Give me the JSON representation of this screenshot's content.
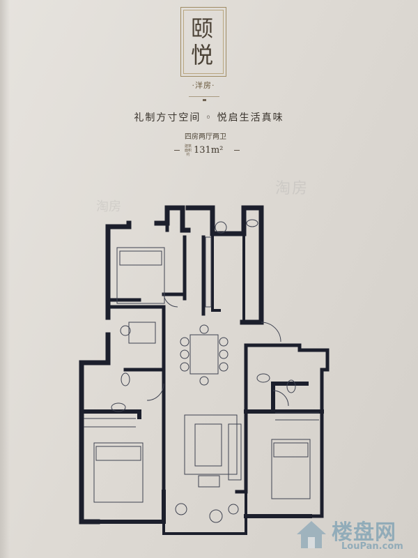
{
  "header": {
    "title_char_1": "颐",
    "title_char_2": "悦",
    "type_label": "·洋房·",
    "slogan": "礼制方寸空间 ◦ 悦启生活真味",
    "layout": "四房两厅两卫",
    "area_caption_1": "建筑",
    "area_caption_2": "面积",
    "area_caption_3": "约",
    "area_value": "131m²"
  },
  "watermark": {
    "text": "淘房",
    "text_2": "淘房"
  },
  "logo": {
    "name": "楼盘网",
    "url_text": "LouPan.com"
  },
  "colors": {
    "wall": "#1c1f2c",
    "gold": "#9f8b63",
    "paper": "#e2dfda",
    "logo_blue": "#5a8caa"
  }
}
